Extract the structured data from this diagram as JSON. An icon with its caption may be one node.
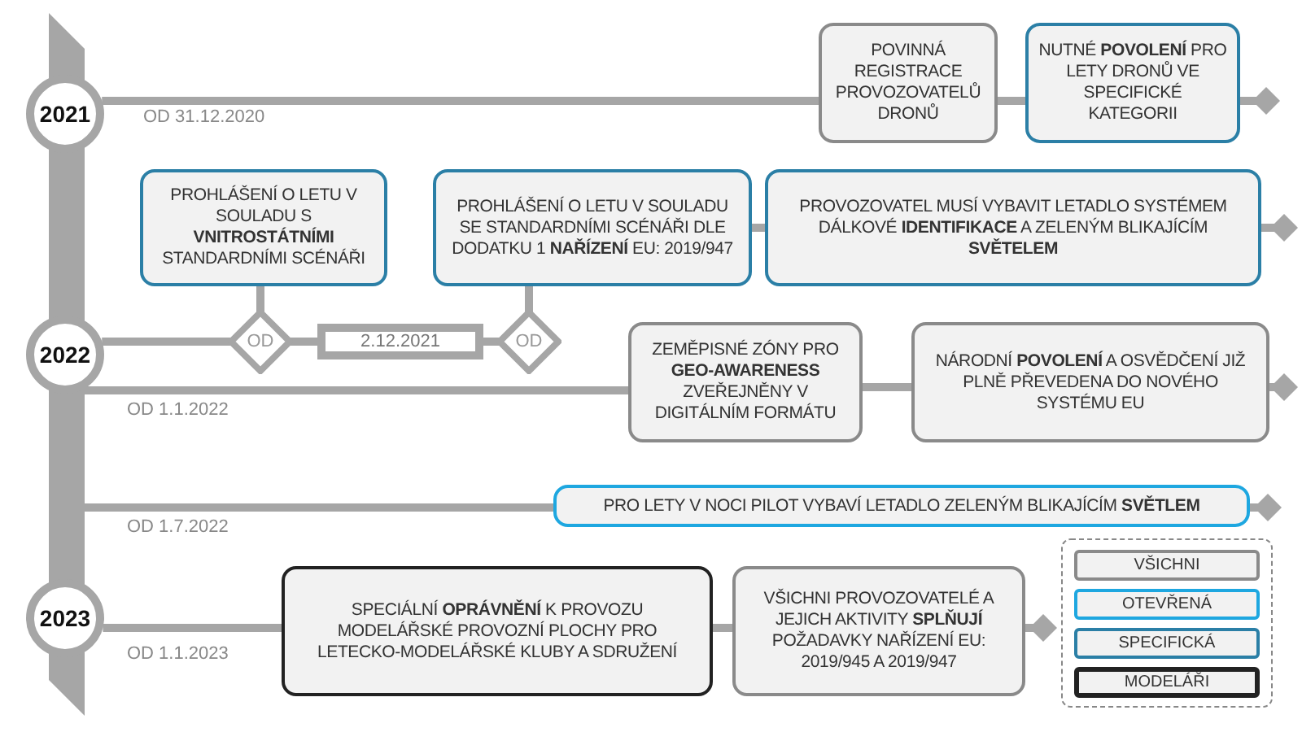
{
  "diagram": {
    "nodes": [
      {
        "text": [
          "2021"
        ]
      },
      {
        "text": [
          "POVINNÁ REGISTRACE PROVOZOVATELŮ DRONŮ"
        ]
      },
      {
        "text": [
          "NUTNÉ **POVOLENÍ** PRO LETY DRONŮ VE SPECIFICKÉ KATEGORII"
        ]
      },
      {
        "text": [
          "PROHLÁŠENÍ O LETU V SOULADU S **VNITROSTÁTNÍMI** STANDARDNÍMI SCÉNÁŘI"
        ]
      },
      {
        "text": [
          "PROHLÁŠENÍ O LETU V SOULADU SE STANDARDNÍMI SCÉNÁŘI DLE DODATKU 1 **NAŘÍZENÍ** EU: 2019/947"
        ]
      },
      {
        "text": [
          "PROVOZOVATEL MUSÍ VYBAVIT LETADLO SYSTÉMEM DÁLKOVÉ **IDENTIFIKACE** A ZELENÝM BLIKAJÍCÍM **SVĚTELEM**"
        ]
      },
      {
        "text": [
          "2022"
        ]
      },
      {
        "text": [
          "OD"
        ]
      },
      {
        "text": [
          "2.12.2021"
        ]
      },
      {
        "text": [
          "OD"
        ]
      },
      {
        "text": [
          "ZEMĚPISNÉ ZÓNY PRO **GEO-AWARENESS** ZVEŘEJNĚNY V DIGITÁLNÍM FORMÁTU"
        ]
      },
      {
        "text": [
          "NÁRODNÍ **POVOLENÍ** A OSVĚDČENÍ JIŽ PLNĚ PŘEVEDENA DO NOVÉHO SYSTÉMU EU"
        ]
      },
      {
        "text": [
          "PRO LETY V NOCI PILOT VYBAVÍ LETADLO ZELENÝM BLIKAJÍCÍM **SVĚTLEM**"
        ]
      },
      {
        "text": [
          "2023"
        ]
      },
      {
        "text": [
          "SPECIÁLNÍ **OPRÁVNĚNÍ** K PROVOZU MODELÁŘSKÉ PROVOZNÍ PLOCHY PRO LETECKO-MODELÁŘSKÉ KLUBY A SDRUŽENÍ"
        ]
      },
      {
        "text": [
          "VŠICHNI PROVOZOVATELÉ A JEJICH AKTIVITY **SPLŇUJÍ** POŽADAVKY NAŘÍZENÍ EU: 2019/945 A 2019/947"
        ]
      },
      {
        "text": [],
        "shape": "bar"
      }
    ],
    "edges": [
      {
        "from": 0,
        "to": 1,
        "arrow": "none"
      },
      {
        "from": 1,
        "to": 2,
        "arrow": "none"
      },
      {
        "from": 2,
        "to": null,
        "arrow": "other"
      },
      {
        "from": 6,
        "to": 7,
        "arrow": "none"
      },
      {
        "from": 7,
        "to": 8,
        "arrow": "none"
      },
      {
        "from": 8,
        "to": 9,
        "arrow": "none"
      },
      {
        "from": 3,
        "to": 7,
        "arrow": "none"
      },
      {
        "from": 4,
        "to": 9,
        "arrow": "none"
      },
      {
        "from": 4,
        "to": 5,
        "arrow": "none"
      },
      {
        "from": 5,
        "to": null,
        "arrow": "other"
      },
      {
        "from": 6,
        "to": 10,
        "arrow": "none"
      },
      {
        "from": 10,
        "to": 11,
        "arrow": "none"
      },
      {
        "from": 11,
        "to": null,
        "arrow": "other"
      },
      {
        "from": 16,
        "to": 12,
        "arrow": "none"
      },
      {
        "from": 12,
        "to": null,
        "arrow": "other"
      },
      {
        "from": 13,
        "to": 14,
        "arrow": "none"
      },
      {
        "from": 14,
        "to": 15,
        "arrow": "none"
      },
      {
        "from": 15,
        "to": null,
        "arrow": "other"
      }
    ],
    "labels": [
      "OD 31.12.2020",
      "OD 1.1.2022",
      "OD 1.7.2022",
      "OD 1.1.2023"
    ],
    "legend": [
      {
        "text": "VŠICHNI"
      },
      {
        "text": "OTEVŘENÁ"
      },
      {
        "text": "SPECIFICKÁ"
      },
      {
        "text": "MODELÁŘI"
      }
    ]
  }
}
